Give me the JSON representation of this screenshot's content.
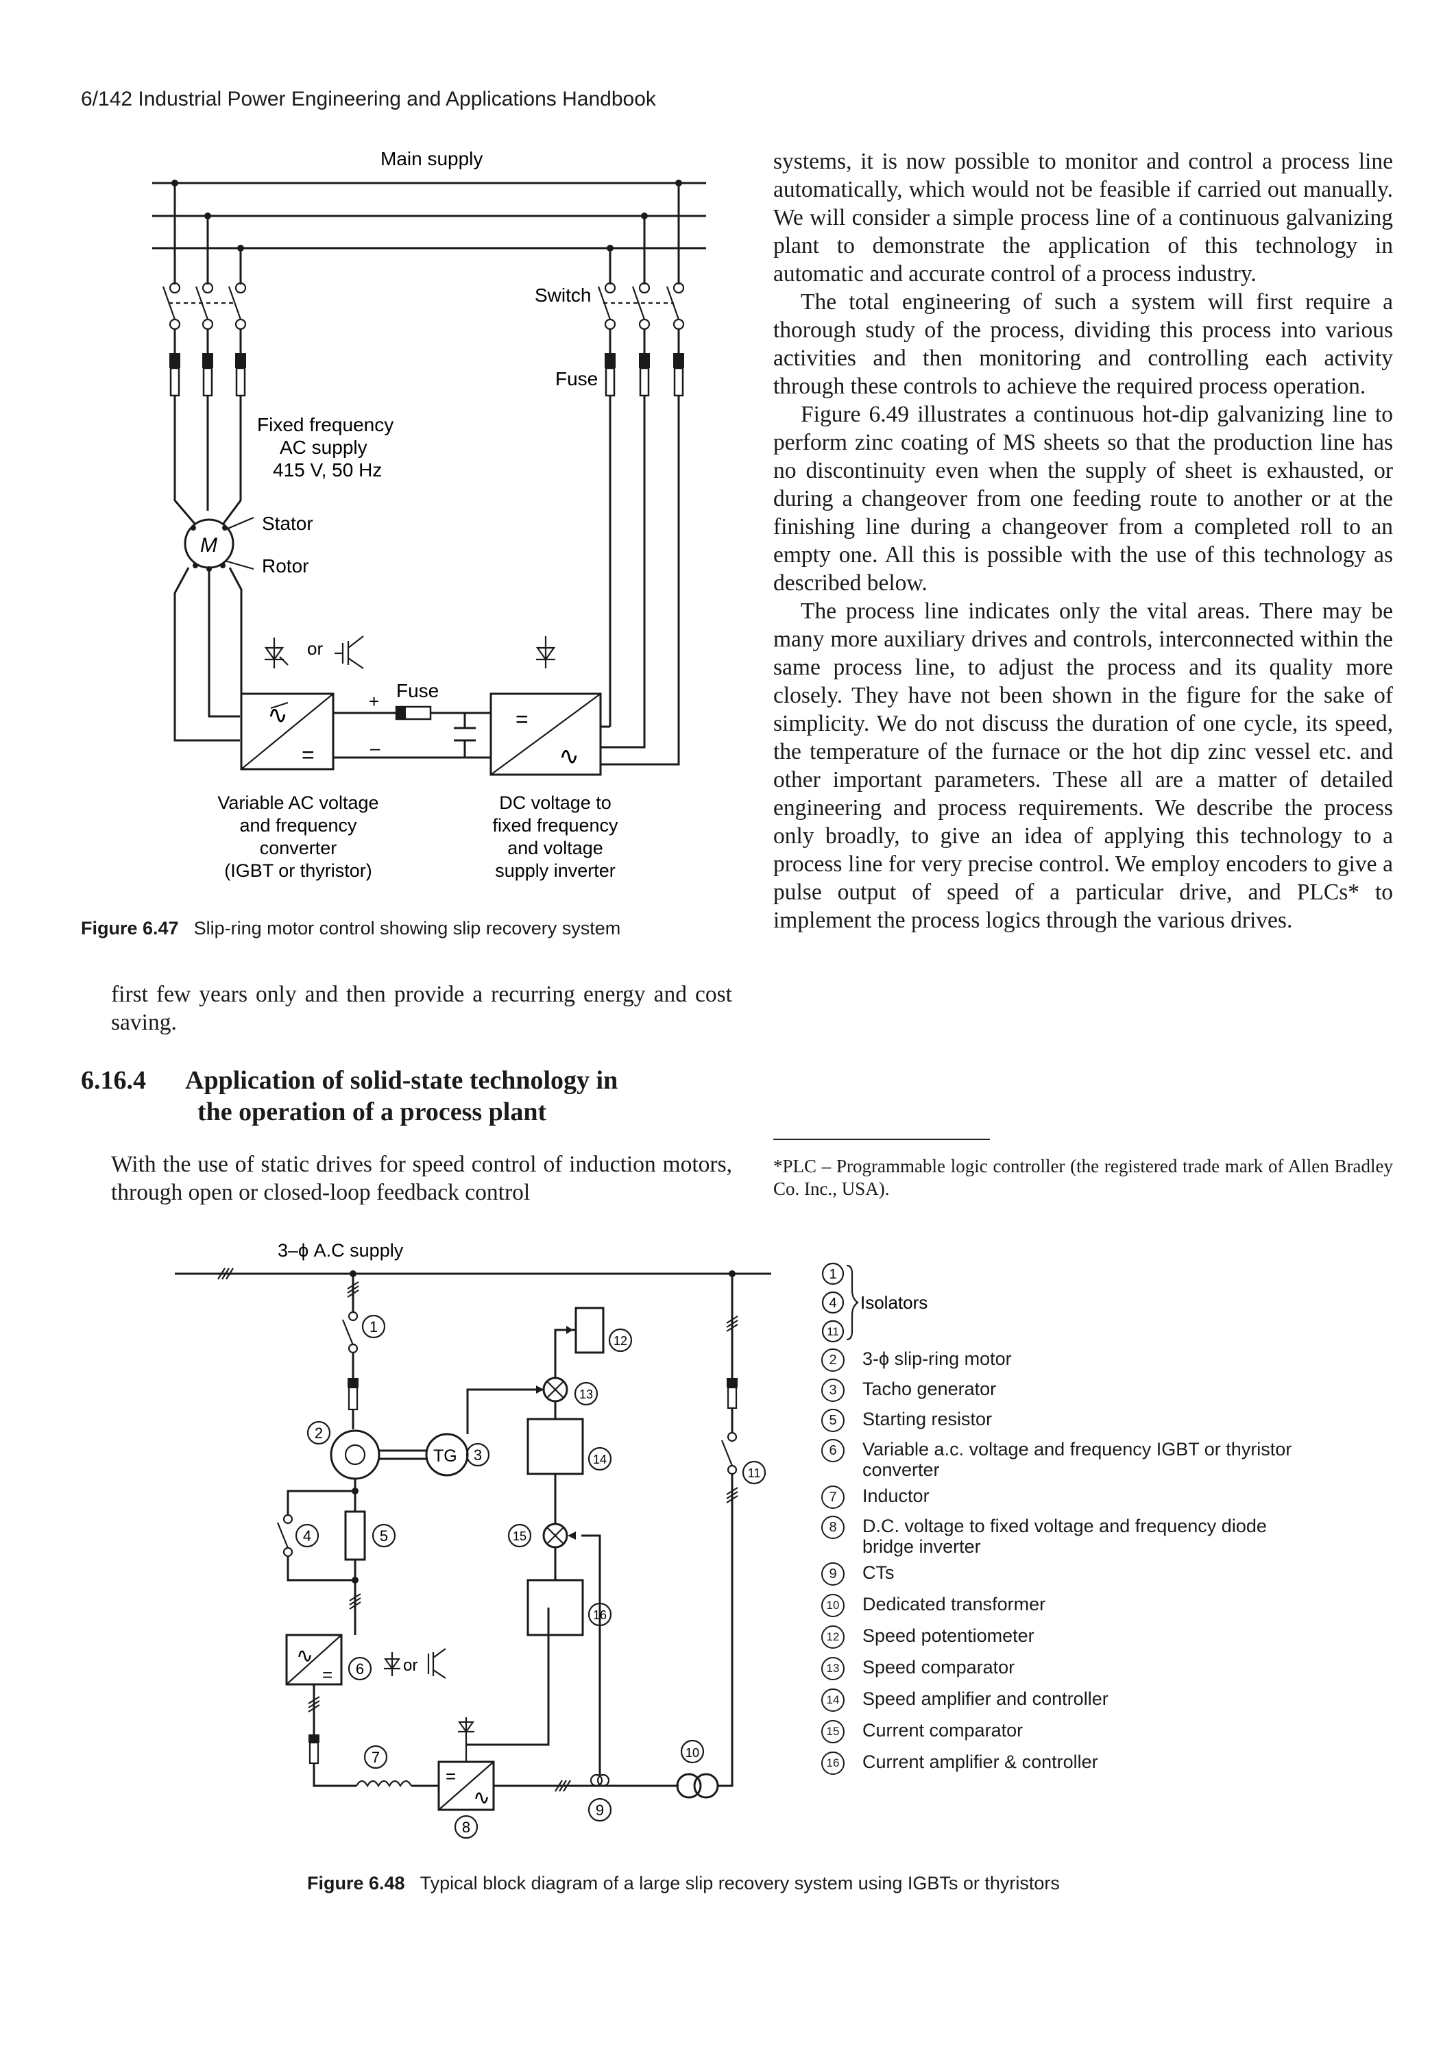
{
  "running_head": "6/142 Industrial Power Engineering and Applications Handbook",
  "figure47": {
    "labels": {
      "main_supply": "Main supply",
      "switch": "Switch",
      "fuse_top": "Fuse",
      "fixed_freq_1": "Fixed frequency",
      "fixed_freq_2": "AC supply",
      "fixed_freq_3": "415 V, 50 Hz",
      "stator": "Stator",
      "rotor": "Rotor",
      "motor": "M",
      "or": "or",
      "fuse_dc": "Fuse",
      "plus": "+",
      "minus": "–",
      "conv_l1": "Variable AC voltage",
      "conv_l2": "and frequency",
      "conv_l3": "converter",
      "conv_l4": "(IGBT or thyristor)",
      "inv_l1": "DC voltage to",
      "inv_l2": "fixed frequency",
      "inv_l3": "and voltage",
      "inv_l4": "supply inverter"
    },
    "caption_num": "Figure 6.47",
    "caption_text": "Slip-ring motor control showing slip recovery system"
  },
  "col_right_paragraphs": [
    "systems, it is now possible to monitor and control a process line automatically, which would not be feasible if carried out manually. We will consider a simple process line of a continuous galvanizing plant to demonstrate the application of this technology in automatic and accurate control of a process industry.",
    "The total engineering of such a system will first require a thorough study of the process, dividing this process into various activities and then monitoring and controlling each activity through these controls to achieve the required process operation.",
    "Figure 6.49 illustrates a continuous hot-dip galvanizing line to perform zinc coating of MS sheets so that the production line has no discontinuity even when the supply of sheet is exhausted, or during a changeover from one feeding route to another or at the finishing line during a changeover from a completed roll to an empty one. All this is possible with the use of this technology as described below.",
    "The process line indicates only the vital areas. There may be many more auxiliary drives and controls, interconnected within the same process line, to adjust the process and its quality more closely. They have not been shown in the figure for the sake of simplicity. We do not discuss the duration of one cycle, its speed, the temperature of the furnace or the hot dip zinc vessel etc. and other important parameters. These all are a matter of detailed engineering and process requirements. We describe the process only broadly, to give an idea of applying this technology to a process line for very precise control. We employ encoders to give a pulse output of speed of a particular drive, and PLCs* to implement the process logics through the various drives."
  ],
  "col_left_text": "first few years only and then provide a recurring energy and cost saving.",
  "section": {
    "number": "6.16.4",
    "title_line1": "Application of solid-state technology in",
    "title_line2": "the operation of a process plant"
  },
  "section_text": "With the use of static drives for speed control of induction motors, through open or closed-loop feedback control",
  "footnote": "*PLC – Programmable logic controller (the registered trade mark of Allen Bradley Co. Inc., USA).",
  "figure48": {
    "supply_label": "3–ϕ A.C supply",
    "tg": "TG",
    "or": "or",
    "node_numbers": [
      "1",
      "2",
      "3",
      "4",
      "5",
      "6",
      "7",
      "8",
      "9",
      "10",
      "11",
      "12",
      "13",
      "14",
      "15",
      "16"
    ],
    "legend_isolators_nums": [
      "1",
      "4",
      "11"
    ],
    "legend_isolators_label": "Isolators",
    "legend": [
      {
        "num": "2",
        "text": "3-ϕ slip-ring motor"
      },
      {
        "num": "3",
        "text": "Tacho generator"
      },
      {
        "num": "5",
        "text": "Starting resistor"
      },
      {
        "num": "6",
        "text": "Variable a.c. voltage and frequency IGBT or thyristor",
        "text2": "converter"
      },
      {
        "num": "7",
        "text": "Inductor"
      },
      {
        "num": "8",
        "text": "D.C. voltage to fixed voltage and frequency diode",
        "text2": "bridge inverter"
      },
      {
        "num": "9",
        "text": "CTs"
      },
      {
        "num": "10",
        "text": "Dedicated transformer"
      },
      {
        "num": "12",
        "text": "Speed potentiometer"
      },
      {
        "num": "13",
        "text": "Speed comparator"
      },
      {
        "num": "14",
        "text": "Speed amplifier and controller"
      },
      {
        "num": "15",
        "text": "Current comparator"
      },
      {
        "num": "16",
        "text": "Current amplifier & controller"
      }
    ],
    "caption_num": "Figure 6.48",
    "caption_text": "Typical block diagram of a large slip recovery system using IGBTs or thyristors"
  }
}
